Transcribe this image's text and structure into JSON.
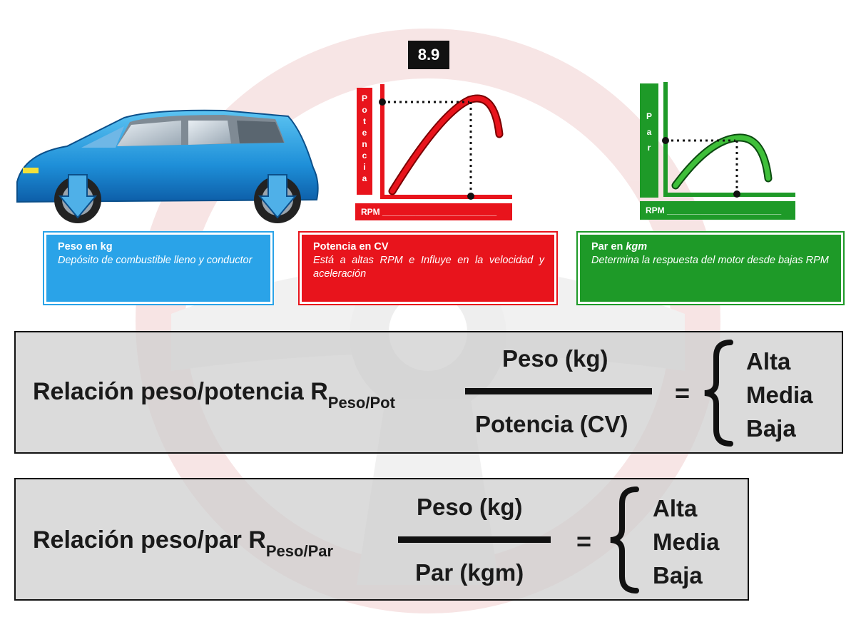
{
  "slide_number": "8.9",
  "graph_potencia": {
    "y_label_letters": [
      "P",
      "o",
      "t",
      "e",
      "n",
      "c",
      "i",
      "a"
    ],
    "x_label": "RPM ________________________"
  },
  "graph_par": {
    "y_label_letters": [
      "P",
      "a",
      "r"
    ],
    "x_label": "RPM ________________________"
  },
  "boxes": {
    "peso": {
      "title": "Peso en kg",
      "desc": "Depósito de combustible  lleno y conductor"
    },
    "potencia": {
      "title": "Potencia en CV",
      "desc": "Está a altas RPM e Influye en la velocidad y aceleración"
    },
    "par": {
      "title_prefix": "Par en ",
      "title_emph": "kgm",
      "desc": "Determina la respuesta del motor desde bajas RPM"
    }
  },
  "formula_potencia": {
    "label": "Relación peso/potencia R",
    "subscript": "Peso/Pot",
    "numerator": "Peso (kg)",
    "denominator": "Potencia (CV)",
    "equals": "=",
    "options": [
      "Alta",
      "Media",
      "Baja"
    ]
  },
  "formula_par": {
    "label": "Relación peso/par R",
    "subscript": "Peso/Par",
    "numerator": "Peso (kg)",
    "denominator": "Par (kgm)",
    "equals": "=",
    "options": [
      "Alta",
      "Media",
      "Baja"
    ]
  },
  "colors": {
    "blue": "#2aa3e8",
    "red": "#e8141c",
    "green": "#1e9a28",
    "watermark": "#e8b0b0"
  }
}
